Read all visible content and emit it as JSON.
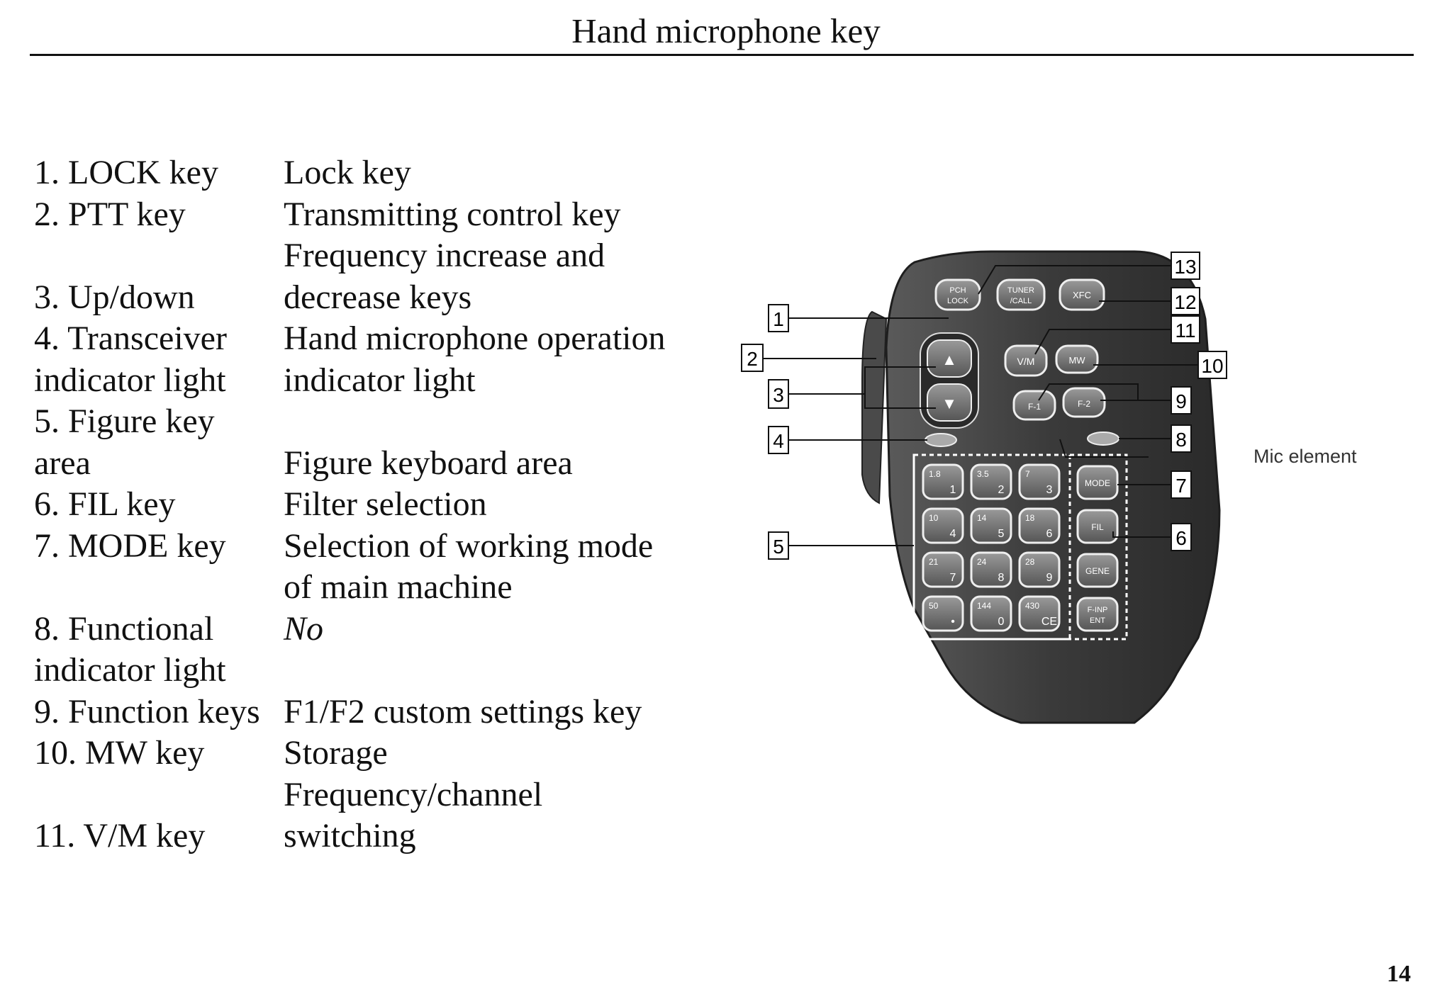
{
  "header": {
    "title": "Hand microphone key"
  },
  "items": [
    {
      "term": "1. LOCK key",
      "definition": "Lock key"
    },
    {
      "term": "2. PTT key",
      "definition": "Transmitting control key"
    },
    {
      "term": "\n3. Up/down",
      "definition": "Frequency increase and\ndecrease keys"
    },
    {
      "term": "4. Transceiver\nindicator light",
      "definition": "Hand microphone operation\nindicator light"
    },
    {
      "term": "5. Figure key\narea",
      "definition": "\nFigure keyboard area"
    },
    {
      "term": "6. FIL key",
      "definition": "Filter selection"
    },
    {
      "term": "7. MODE key",
      "definition": "Selection of working mode\nof main machine"
    },
    {
      "term": "8. Functional\nindicator light",
      "definition": "No"
    },
    {
      "term": "9. Function keys",
      "definition": "F1/F2 custom settings key"
    },
    {
      "term": "10. MW key",
      "definition": "Storage"
    },
    {
      "term": "\n11. V/M key",
      "definition": "Frequency/channel\nswitching"
    }
  ],
  "figure": {
    "callouts": [
      "1",
      "2",
      "3",
      "4",
      "5",
      "6",
      "7",
      "8",
      "9",
      "10",
      "11",
      "12",
      "13"
    ],
    "mic_element_label": "Mic element",
    "keys": {
      "lock": "PCH\nLOCK",
      "tuner": "TUNER\n/CALL",
      "xfc": "XFC",
      "up": "▲",
      "down": "▼",
      "vm": "V/M",
      "mw": "MW",
      "f1": "F-1",
      "f2": "F-2",
      "mode": "MODE",
      "fil": "FIL",
      "gene": "GENE",
      "finp": "F-INP\nENT"
    },
    "keypad": [
      {
        "top": "1.8",
        "main": "1"
      },
      {
        "top": "3.5",
        "main": "2"
      },
      {
        "top": "7",
        "main": "3"
      },
      {
        "top": "10",
        "main": "4"
      },
      {
        "top": "14",
        "main": "5"
      },
      {
        "top": "18",
        "main": "6"
      },
      {
        "top": "21",
        "main": "7"
      },
      {
        "top": "24",
        "main": "8"
      },
      {
        "top": "28",
        "main": "9"
      },
      {
        "top": "50",
        "main": "•"
      },
      {
        "top": "144",
        "main": "0"
      },
      {
        "top": "430",
        "main": "CE"
      }
    ]
  },
  "page_number": "14"
}
